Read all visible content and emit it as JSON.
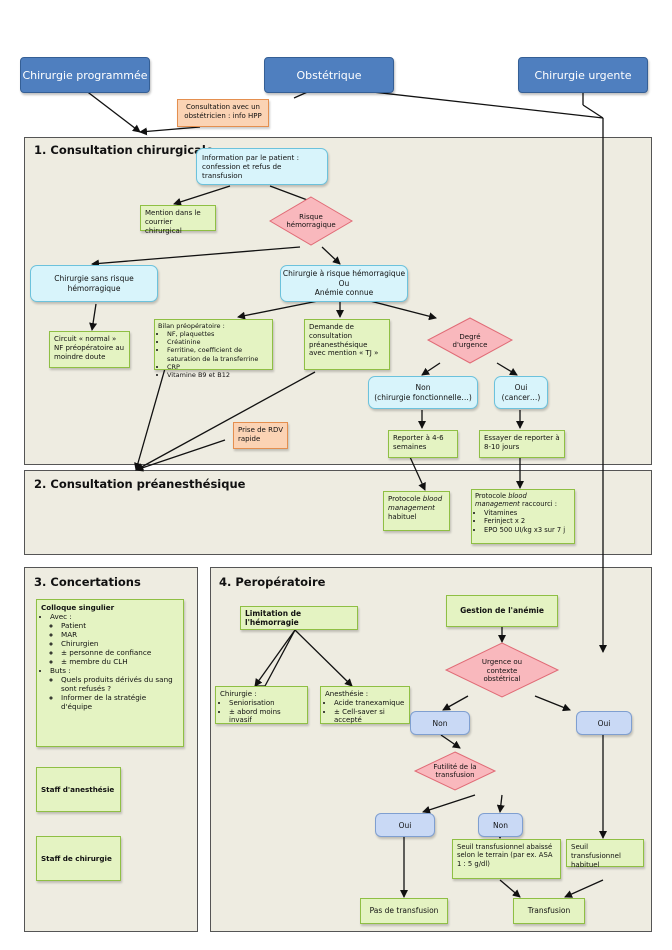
{
  "top": {
    "chir_prog": "Chirurgie programmée",
    "obstetrique": "Obstétrique",
    "chir_urgente": "Chirurgie urgente"
  },
  "consult_obst": "Consultation avec un obstétricien : info HPP",
  "sections": {
    "s1": "1. Consultation chirurgicale",
    "s2": "2. Consultation préanesthésique",
    "s3": "3. Concertations",
    "s4": "4. Peropératoire"
  },
  "s1": {
    "info_patient": "Information par le patient : confession et refus de transfusion",
    "mention_courrier": "Mention dans le courrier chirurgical",
    "risque": "Risque hémorragique",
    "sans_risque": "Chirurgie sans risque hémorragique",
    "a_risque_1": "Chirurgie à risque hémorragique",
    "a_risque_2": "Ou",
    "a_risque_3": "Anémie connue",
    "circuit": "Circuit « normal » NF préopératoire au moindre doute",
    "bilan_title": "Bilan préopératoire :",
    "bilan_items": [
      "NF, plaquettes",
      "Créatinine",
      "Ferritine, coefficient de saturation de la transferrine",
      "CRP",
      "Vitamine B9 et B12"
    ],
    "demande": "Demande de consultation préanesthésique avec mention « TJ »",
    "degre": "Degré d'urgence",
    "non_1": "Non",
    "non_2": "(chirurgie fonctionnelle…)",
    "oui_1": "Oui",
    "oui_2": "(cancer…)",
    "rdv": "Prise de RDV rapide",
    "reporter": "Reporter à 4-6 semaines",
    "essayer": "Essayer de reporter à 8-10 jours"
  },
  "s2": {
    "proto1_a": "Protocole ",
    "proto1_b": "blood management",
    "proto1_c": " habituel",
    "proto2_a": "Protocole ",
    "proto2_b": "blood management",
    "proto2_c": " raccourci :",
    "proto2_items": [
      "Vitamines",
      "Ferinject x 2",
      "EPO 500 UI/kg x3 sur 7 j"
    ]
  },
  "s3": {
    "colloque_title": "Colloque singulier",
    "avec": "Avec :",
    "avec_items": [
      "Patient",
      "MAR",
      "Chirurgien",
      "± personne de confiance",
      "± membre du CLH"
    ],
    "buts": "Buts :",
    "buts_items": [
      "Quels produits dérivés du sang sont refusés ?",
      "Informer de la stratégie d'équipe"
    ],
    "staff_anesth": "Staff d'anesthésie",
    "staff_chir": "Staff de chirurgie"
  },
  "s4": {
    "limitation": "Limitation de l'hémorragie",
    "gestion": "Gestion de l'anémie",
    "chir_title": "Chirurgie :",
    "chir_items": [
      "Seniorisation",
      "± abord moins invasif"
    ],
    "anesth_title": "Anesthésie :",
    "anesth_items": [
      "Acide tranexamique",
      "± Cell-saver si accepté"
    ],
    "urgence": "Urgence ou contexte obstétrical",
    "non": "Non",
    "oui": "Oui",
    "futilite": "Futilité de la transfusion",
    "oui2": "Oui",
    "non2": "Non",
    "seuil_abaisse": "Seuil transfusionnel abaissé selon le terrain (par ex. ASA 1 : 5 g/dl)",
    "seuil_habituel": "Seuil transfusionnel habituel",
    "pas_transfusion": "Pas de transfusion",
    "transfusion": "Transfusion"
  }
}
